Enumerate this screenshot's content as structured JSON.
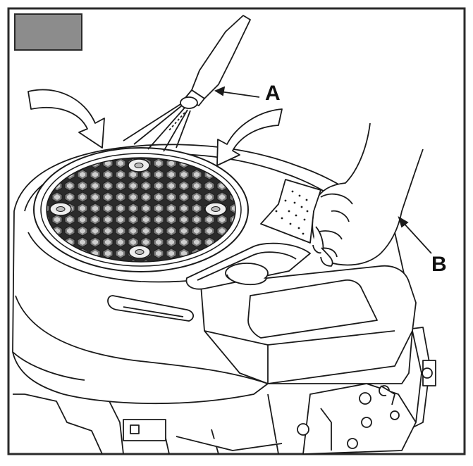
{
  "figure": {
    "callouts": [
      {
        "id": "A",
        "label": "A",
        "points_to": "compressed-air-nozzle"
      },
      {
        "id": "B",
        "label": "B",
        "points_to": "hand-with-cloth"
      }
    ],
    "colors": {
      "frame": "#2a2a2a",
      "tab": "#8c8c8c",
      "line": "#1a1a1a",
      "fill": "#ffffff",
      "screen_dark": "#2b2b2b"
    },
    "icons": [
      "compressed-air-nozzle",
      "hand-with-cloth",
      "engine-blower-housing",
      "rotating-screen",
      "airflow-arrow"
    ]
  }
}
